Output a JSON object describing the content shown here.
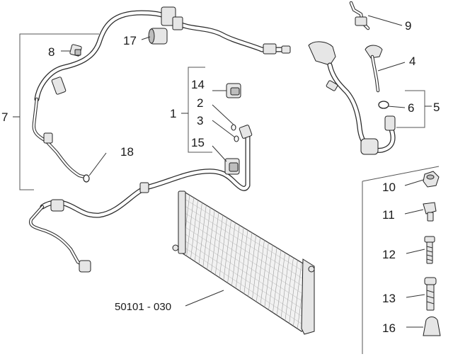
{
  "callouts": {
    "c1": "1",
    "c2": "2",
    "c3": "3",
    "c4": "4",
    "c5": "5",
    "c6": "6",
    "c7": "7",
    "c8": "8",
    "c9": "9",
    "c10": "10",
    "c11": "11",
    "c12": "12",
    "c13": "13",
    "c14": "14",
    "c15": "15",
    "c16": "16",
    "c17": "17",
    "c18": "18"
  },
  "reference_code": "50101 - 030",
  "icons": {
    "condenser": "condenser-icon",
    "hose": "refrigerant-hose-icon",
    "bolt": "bolt-icon",
    "nut": "nut-icon",
    "clip": "clip-icon",
    "o_ring": "o-ring-icon",
    "bush": "rubber-bush-icon"
  },
  "colors": {
    "ink": "#1a1a1a",
    "paper": "#ffffff"
  }
}
